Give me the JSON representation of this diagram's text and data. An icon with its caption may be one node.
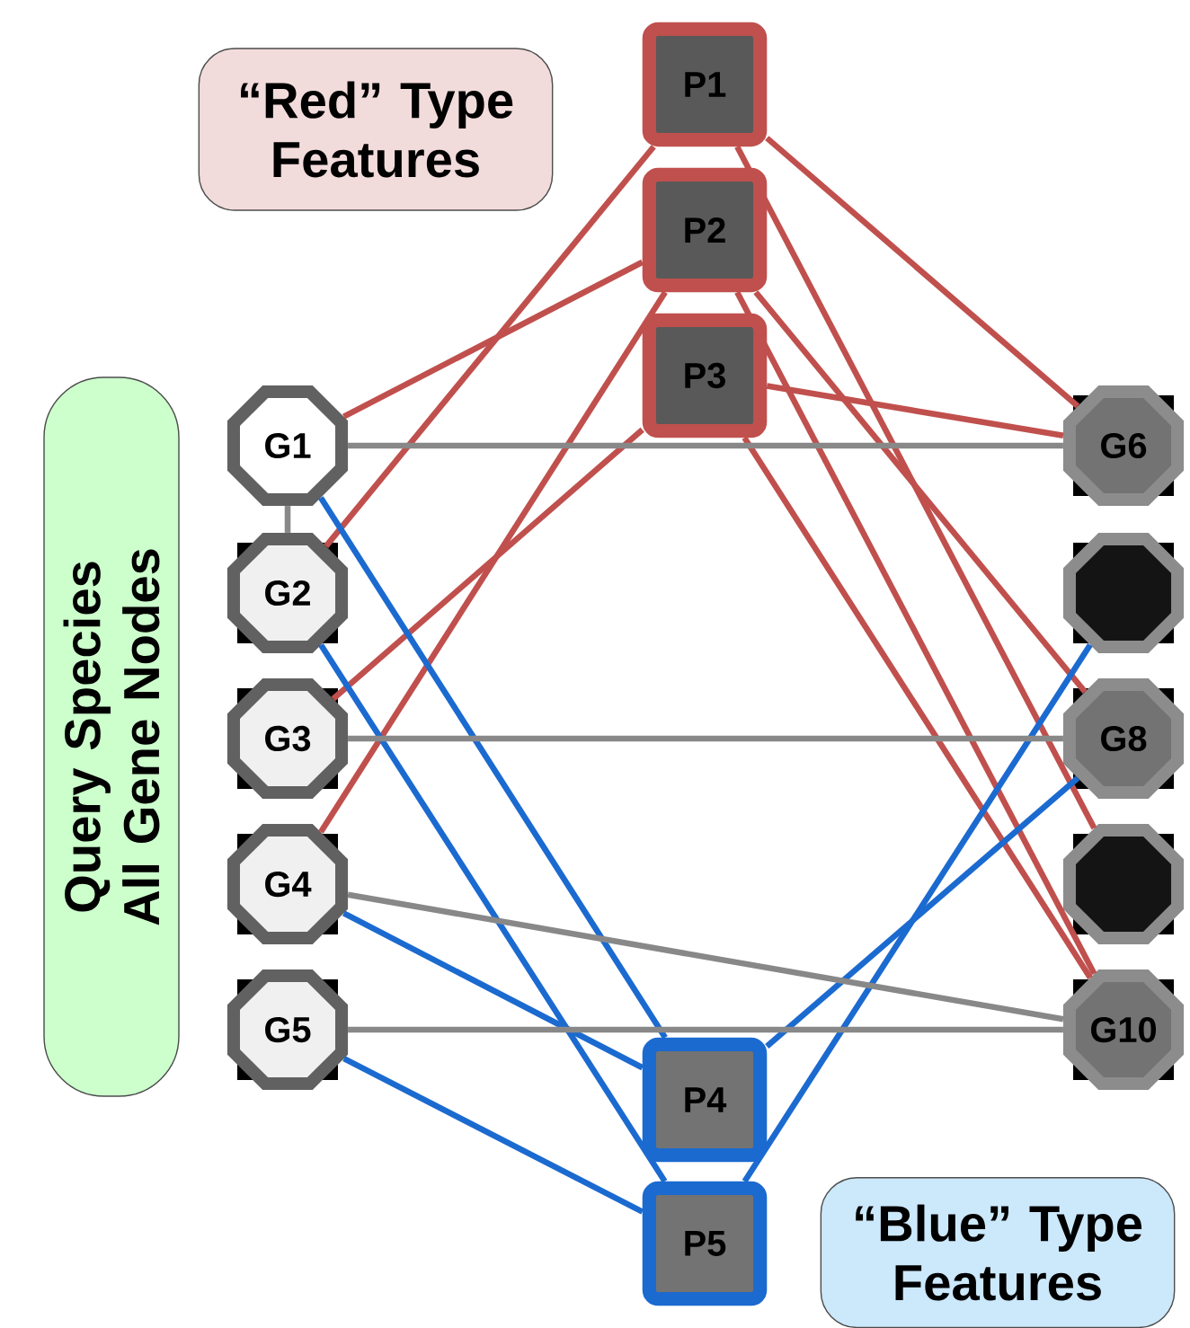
{
  "diagram": {
    "nodes": [
      {
        "text": [
          "“Red” Type Features"
        ]
      },
      {
        "text": [
          "P1"
        ]
      },
      {
        "text": [
          "P2"
        ]
      },
      {
        "text": [
          "P3"
        ]
      },
      {
        "text": [
          "Query Species All Gene Nodes"
        ]
      },
      {
        "text": [
          "G1"
        ]
      },
      {
        "text": [
          "G2"
        ]
      },
      {
        "text": [
          "G3"
        ]
      },
      {
        "text": [
          "G4"
        ]
      },
      {
        "text": [
          "G5"
        ]
      },
      {
        "text": [
          "G6"
        ]
      },
      {
        "text": [],
        "shape": "octagon"
      },
      {
        "text": [
          "G8"
        ]
      },
      {
        "text": [],
        "shape": "octagon"
      },
      {
        "text": [
          "G10"
        ]
      },
      {
        "text": [
          "P4"
        ]
      },
      {
        "text": [
          "P5"
        ]
      },
      {
        "text": [
          "“Blue” Type Features"
        ]
      }
    ],
    "edges": [
      {
        "from": 5,
        "to": 2,
        "arrow": "none"
      },
      {
        "from": 6,
        "to": 1,
        "arrow": "none"
      },
      {
        "from": 7,
        "to": 3,
        "arrow": "none"
      },
      {
        "from": 8,
        "to": 2,
        "arrow": "none"
      },
      {
        "from": 1,
        "to": 10,
        "arrow": "none"
      },
      {
        "from": 1,
        "to": 13,
        "arrow": "none"
      },
      {
        "from": 2,
        "to": 12,
        "arrow": "none"
      },
      {
        "from": 2,
        "to": 14,
        "arrow": "none"
      },
      {
        "from": 3,
        "to": 10,
        "arrow": "none"
      },
      {
        "from": 3,
        "to": 14,
        "arrow": "none"
      },
      {
        "from": 5,
        "to": 15,
        "arrow": "none",
        "color": "#1b6ad0"
      },
      {
        "from": 6,
        "to": 16,
        "arrow": "none",
        "color": "#1b6ad0"
      },
      {
        "from": 8,
        "to": 15,
        "arrow": "none",
        "color": "#1b6ad0"
      },
      {
        "from": 9,
        "to": 16,
        "arrow": "none",
        "color": "#1b6ad0"
      },
      {
        "from": 15,
        "to": 12,
        "arrow": "none",
        "color": "#1b6ad0"
      },
      {
        "from": 16,
        "to": 11,
        "arrow": "none",
        "color": "#1b6ad0"
      },
      {
        "from": 5,
        "to": 10,
        "arrow": "none",
        "color": "#888888"
      },
      {
        "from": 5,
        "to": 6,
        "arrow": "none",
        "color": "#888888"
      },
      {
        "from": 7,
        "to": 12,
        "arrow": "none",
        "color": "#888888"
      },
      {
        "from": 8,
        "to": 14,
        "arrow": "none",
        "color": "#888888"
      },
      {
        "from": 9,
        "to": 14,
        "arrow": "none",
        "color": "#888888"
      }
    ]
  }
}
